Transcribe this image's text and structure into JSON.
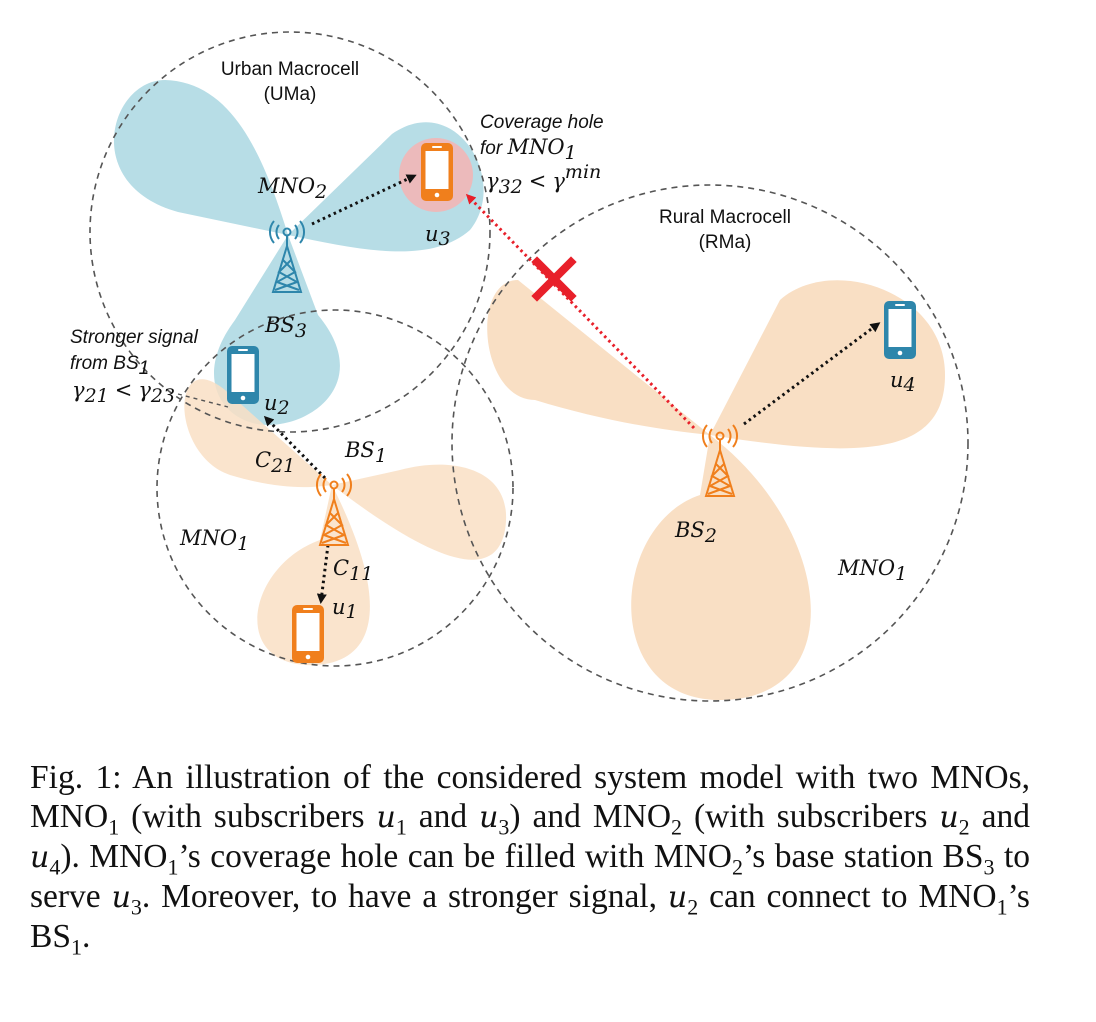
{
  "colors": {
    "mno1": "#f07f1c",
    "mno1_coverage": "#f9dfc4",
    "mno2": "#2e86ab",
    "mno2_coverage": "#b7dde6",
    "blocked_link": "#e8202a",
    "coverage_hole": "#f2b6b6"
  },
  "labels": {
    "uma_title": "Urban Macrocell",
    "uma_abbr": "(UMa)",
    "rma_title": "Rural Macrocell",
    "rma_abbr": "(RMa)",
    "hole_line1": "Coverage hole",
    "hole_line2_prefix": "for ",
    "mno_name": "MNO",
    "stronger_line1": "Stronger signal",
    "stronger_line2": "from BS",
    "gamma": "γ",
    "less_than": "<",
    "min": "min",
    "user": "u",
    "bs": "BS",
    "capacity": "C",
    "sub1": "1",
    "sub2": "2",
    "sub3": "3",
    "sub4": "4",
    "sub11": "11",
    "sub21": "21",
    "sub23": "23",
    "sub32": "32"
  },
  "icons": {
    "phone": "smartphone-icon",
    "tower": "cell-tower-icon",
    "blocked": "cross-icon"
  },
  "caption": {
    "fig": "Fig. 1: An illustration of the considered system model with two MNOs, ",
    "mno": "MNO",
    "s1": "1",
    "s2": "2",
    "s3": "3",
    "s4": "4",
    "p1": " (with subscribers ",
    "and": " and ",
    "p2": ") and ",
    "p3": ")",
    "p4": " (with subscribers ",
    "p5": "). ",
    "p6": "’s coverage hole can be filled with ",
    "p7": "’s base station ",
    "bs": "BS",
    "p8": " to serve ",
    "p9": ". Moreover, to have a stronger signal, ",
    "p10": " can connect to ",
    "p11": "’s ",
    "p12": ".",
    "u": "u"
  }
}
